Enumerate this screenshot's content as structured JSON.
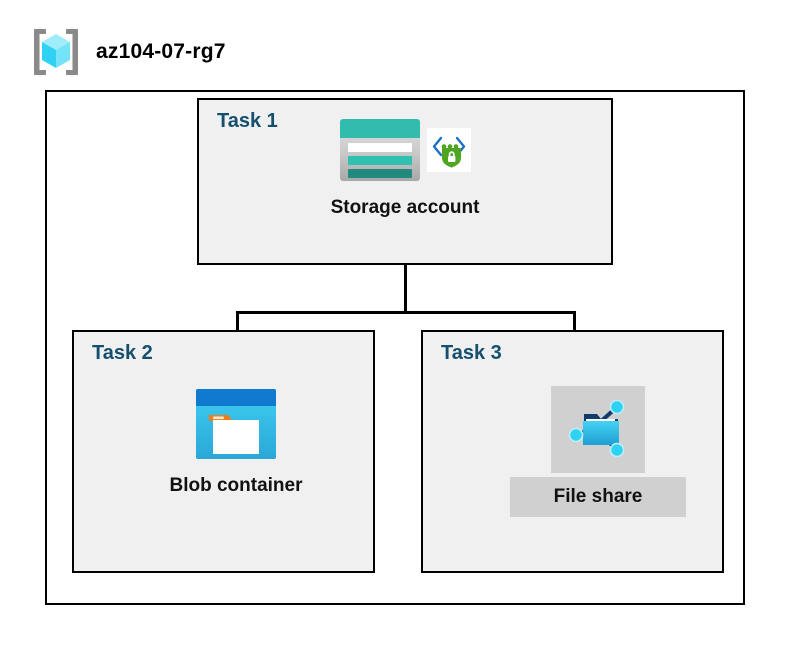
{
  "header": {
    "icon": "resource-group-icon",
    "title": "az104-07-rg7"
  },
  "diagram": {
    "container_label": "resource-group-container",
    "tasks": [
      {
        "label": "Task 1",
        "node": {
          "caption": "Storage account",
          "icon": "storage-account-icon",
          "badge_icon": "secure-endpoint-shield-icon",
          "highlighted": false
        }
      },
      {
        "label": "Task 2",
        "node": {
          "caption": "Blob container",
          "icon": "blob-container-icon",
          "badge_icon": "",
          "highlighted": false
        }
      },
      {
        "label": "Task 3",
        "node": {
          "caption": "File share",
          "icon": "file-share-icon",
          "badge_icon": "",
          "highlighted": true
        }
      }
    ],
    "connectors": [
      {
        "name": "storage-to-bus-stem"
      },
      {
        "name": "distribution-bus"
      },
      {
        "name": "bus-to-blob-container"
      },
      {
        "name": "bus-to-file-share"
      }
    ]
  },
  "colors": {
    "task_label": "#14506e",
    "box_border": "#000000",
    "task_fill": "#f0f0f0",
    "page_bg": "#ffffff",
    "highlight_fill": "#d0d0d0",
    "storage_teal": "#32bcad",
    "storage_teal_dark": "#1f8a7d",
    "blob_blue": "#0f7ad0",
    "blob_cyan": "#32c8f0",
    "blob_orange": "#f07d19",
    "fileshare_cyan": "#32c8f0",
    "fileshare_navy": "#113a6e",
    "shield_green": "#4fa520",
    "bracket_gray": "#8a8a8a",
    "cube_cyan": "#7fe3f7"
  }
}
